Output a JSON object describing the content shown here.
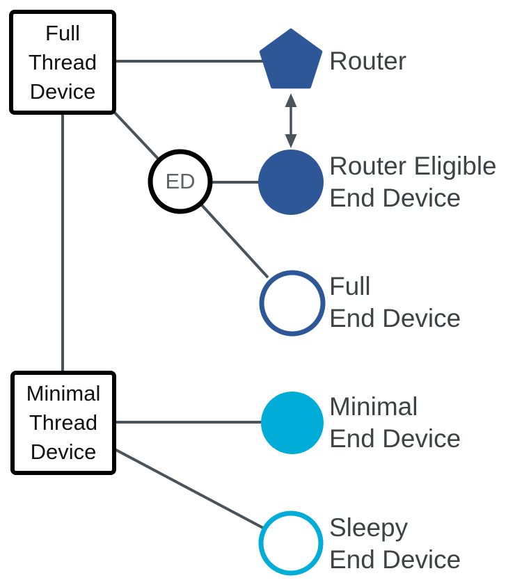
{
  "colors": {
    "blue": "#2d5796",
    "cyan": "#00add8",
    "connector": "#4a525a",
    "label_text": "#3f4245",
    "ed_text": "#5f6368",
    "node_border": "#000000"
  },
  "nodes": {
    "full_thread_device": {
      "lines": [
        "Full",
        "Thread",
        "Device"
      ]
    },
    "minimal_thread_device": {
      "lines": [
        "Minimal",
        "Thread",
        "Device"
      ]
    },
    "ed": {
      "label": "ED"
    },
    "router": {
      "label": "Router"
    },
    "router_eligible_end_device": {
      "lines": [
        "Router Eligible",
        "End Device"
      ]
    },
    "full_end_device": {
      "lines": [
        "Full",
        "End Device"
      ]
    },
    "minimal_end_device": {
      "lines": [
        "Minimal",
        "End Device"
      ]
    },
    "sleepy_end_device": {
      "lines": [
        "Sleepy",
        "End Device"
      ]
    }
  }
}
